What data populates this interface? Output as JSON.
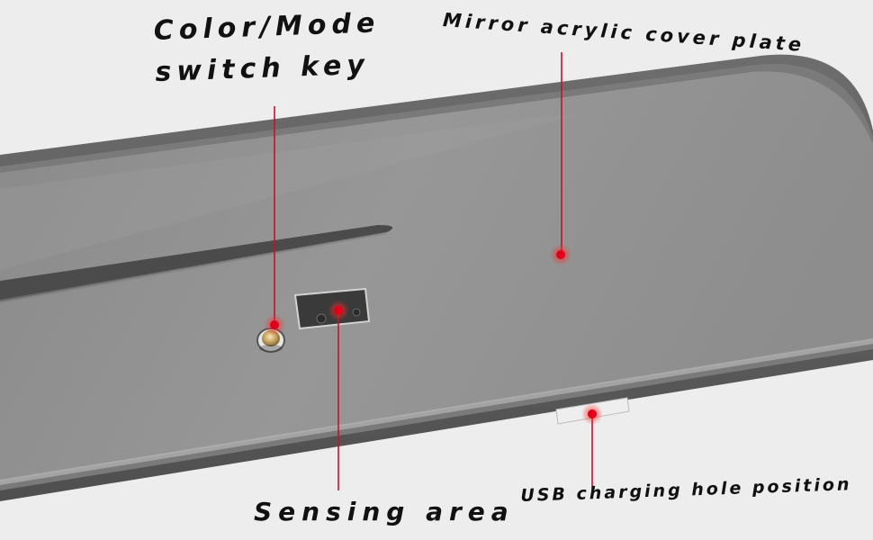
{
  "labels": {
    "mode_key_line1": "Color/Mode",
    "mode_key_line2": "switch key",
    "mirror_plate": "Mirror acrylic cover plate",
    "sensing_area": "Sensing area",
    "usb_hole": "USB charging hole position"
  },
  "colors": {
    "background": "#ededed",
    "body_frame": "#5a5a5a",
    "plate": "#8c8c8c",
    "callout_line": "#c8102e",
    "callout_dot": "#e1001a"
  }
}
